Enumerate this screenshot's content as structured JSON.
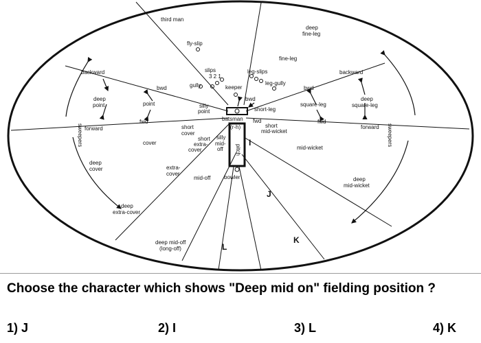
{
  "field": {
    "positions": {
      "third_man": "third man",
      "fly_slip": "fly-slip",
      "slips": "slips",
      "slip_numbers": "3 2 1",
      "gully": "gully",
      "keeper": "keeper",
      "leg_slips": "leg-slips",
      "leg_gully": "leg-gully",
      "deep_fine_leg_1": "deep",
      "deep_fine_leg_2": "fine-leg",
      "fine_leg": "fine-leg",
      "backward_left": "backward",
      "backward_right": "backward",
      "deep_point_1": "deep",
      "deep_point_2": "point",
      "bwd_point": "bwd",
      "point": "point",
      "fwd_point": "fwd",
      "silly_point_1": "silly",
      "silly_point_2": "point",
      "bwd_leg": "bwd",
      "short_leg": "short-leg",
      "bwd_square": "bwd",
      "square_leg": "square-leg",
      "fwd_square": "fwd",
      "deep_square_leg_1": "deep",
      "deep_square_leg_2": "square-leg",
      "forward_left": "forward",
      "forward_right": "forward",
      "batsman": "batsman",
      "rh": "(r-h)",
      "fwd_leg": "fwd",
      "short_mid_wicket_1": "short",
      "short_mid_wicket_2": "mid-wicket",
      "short_cover_1": "short",
      "short_cover_2": "cover",
      "short_extra_cover_1": "short",
      "short_extra_cover_2": "extra-",
      "short_extra_cover_3": "cover",
      "silly_mid_off_1": "silly",
      "silly_mid_off_2": "mid-",
      "silly_mid_off_3": "off",
      "pitch": "pitch",
      "cover": "cover",
      "mid_wicket": "mid-wicket",
      "sweepers_left": "sweepers",
      "sweepers_right": "sweepers",
      "deep_cover_1": "deep",
      "deep_cover_2": "cover",
      "extra_cover_1": "extra-",
      "extra_cover_2": "cover",
      "mid_off": "mid-off",
      "bowler": "bowler",
      "deep_mid_wicket_1": "deep",
      "deep_mid_wicket_2": "mid-wicket",
      "deep_extra_cover_1": "deep",
      "deep_extra_cover_2": "extra-cover",
      "deep_mid_off_1": "deep mid-off",
      "deep_mid_off_2": "(long-off)"
    },
    "markers": {
      "I": "I",
      "J": "J",
      "K": "K",
      "L": "L"
    }
  },
  "question": "Choose the character which shows \"Deep mid on\" fielding position ?",
  "options": [
    {
      "label": "1) J"
    },
    {
      "label": "2) I"
    },
    {
      "label": "3) L"
    },
    {
      "label": "4) K"
    }
  ]
}
